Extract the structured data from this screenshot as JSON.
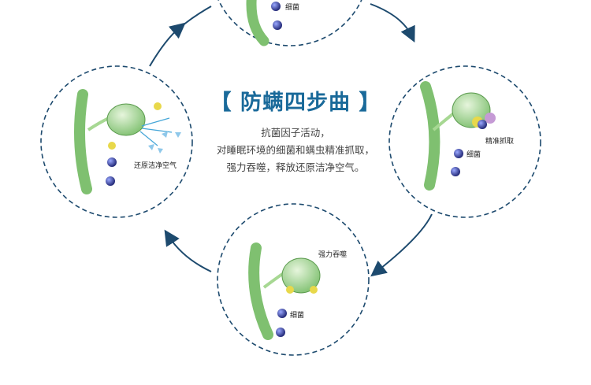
{
  "title": "【 防螨四步曲 】",
  "description": [
    "抗菌因子活动，",
    "对睡眠环境的细菌和螨虫精准抓取，",
    "强力吞噬，释放还原洁净空气。"
  ],
  "steps": {
    "top": {
      "label": "细菌"
    },
    "right": {
      "label": "精准抓取",
      "bacteria_label": "细菌"
    },
    "bottom": {
      "label": "强力吞噬",
      "bacteria_label": "细菌"
    },
    "left": {
      "label": "还原洁净空气"
    }
  },
  "colors": {
    "accent": "#1a6a9a",
    "ring": "#1d4a6e",
    "stalk": "#8ccf7a",
    "bacteria": "#2a2f8a"
  }
}
